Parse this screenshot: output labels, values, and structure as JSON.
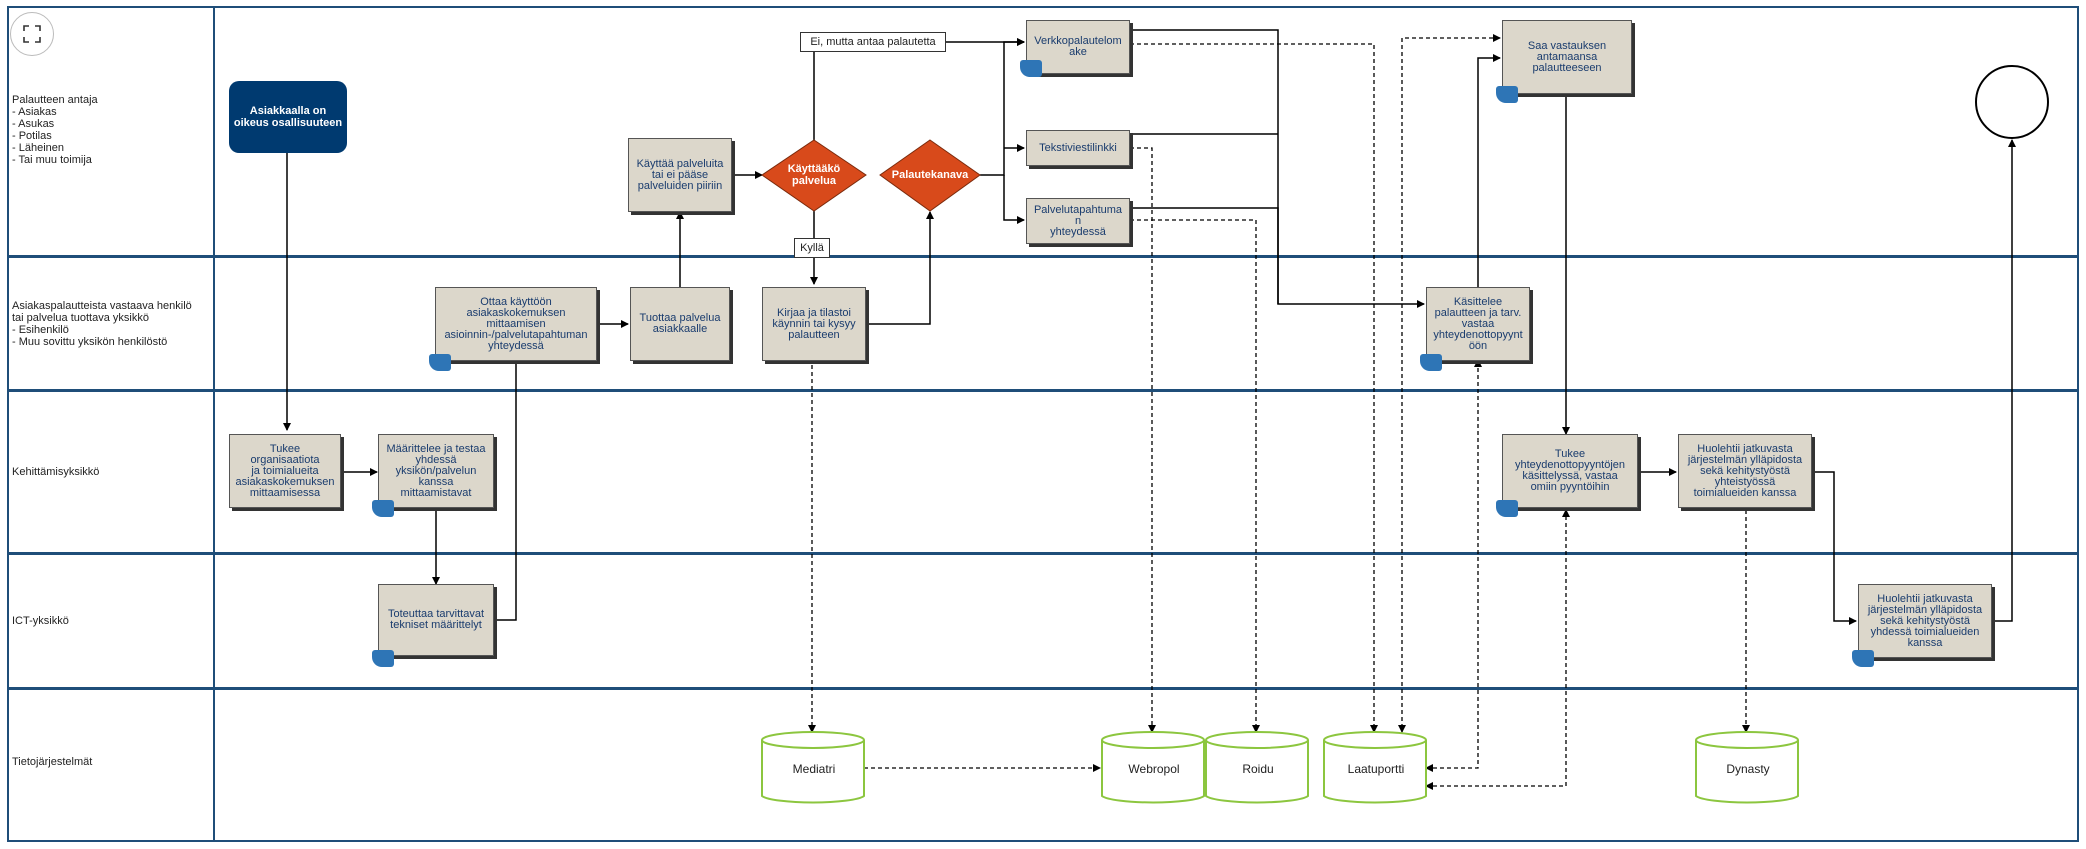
{
  "lanes": [
    {
      "label": "Palautteen antaja\n- Asiakas\n- Asukas\n- Potilas\n- Läheinen\n- Tai muu toimija"
    },
    {
      "label": "Asiakaspalautteista vastaava henkilö\ntai palvelua tuottava yksikkö\n- Esihenkilö\n- Muu sovittu yksikön henkilöstö"
    },
    {
      "label": "Kehittämisyksikkö"
    },
    {
      "label": "ICT-yksikkö"
    },
    {
      "label": "Tietojärjestelmät"
    }
  ],
  "start_event": "Asiakkaalla on\noikeus osallisuuteen",
  "tasks": {
    "kayttaa": "Käyttää palveluita\ntai ei pääse\npalveluiden piiriin",
    "verkko": "Verkkopalautelom\nake",
    "teksti": "Tekstiviestilinkki",
    "palvelutapahtuma": "Palvelutapahtuma\nn\nyhteydessä",
    "saa_vastauksen": "Saa vastauksen\nantamaansa\npalautteeseen",
    "ottaa_kayttoon": "Ottaa käyttöön\nasiakaskokemuksen\nmittaamisen\nasioinnin-/palvelutapahtuman\nyhteydessä",
    "tuottaa": "Tuottaa palvelua\nasiakkaalle",
    "kirjaa": "Kirjaa ja tilastoi\nkäynnin tai kysyy\npalautteen",
    "kasittelee": "Käsittelee\npalautteen ja tarv.\nvastaa\nyhteydenottopyynt\nöön",
    "tukee_org": "Tukee organisaatiota\nja toimialueita\nasiakaskokemuksen\nmittaamisessa",
    "maarittelee": "Määrittelee ja testaa\nyhdessä\nyksikön/palvelun\nkanssa\nmittaamistavat",
    "tukee_yht": "Tukee\nyhteydenottopyyntöjen\nkäsittelyssä, vastaa\nomiin pyyntöihin",
    "huolehtii_kehitys": "Huolehtii jatkuvasta\njärjestelmän ylläpidosta\nsekä kehitystyöstä\nyhteistyössä\ntoimialueiden kanssa",
    "toteuttaa": "Toteuttaa tarvittavat\ntekniset määrittelyt",
    "huolehtii_ict": "Huolehtii jatkuvasta\njärjestelmän ylläpidosta\nsekä kehitystyöstä\nyhdessä toimialueiden\nkanssa"
  },
  "gateways": {
    "kayttaako": "Käyttääkö\npalvelua",
    "palautekanava": "Palautekanava"
  },
  "flow_labels": {
    "ei": "Ei, mutta antaa palautetta",
    "kylla": "Kyllä"
  },
  "systems": {
    "mediatri": "Mediatri",
    "webropol": "Webropol",
    "roidu": "Roidu",
    "laatuportti": "Laatuportti",
    "dynasty": "Dynasty"
  },
  "colors": {
    "lane_line": "#1f4e79",
    "task_fill": "#dcd7cb",
    "task_text": "#1a3c6e",
    "start_fill": "#003a70",
    "gateway_fill": "#d84a1b",
    "datastore_stroke": "#8cc63f",
    "tag_fill": "#2e75b6"
  },
  "icons": [
    "expand-icon",
    "task-marker-icon"
  ]
}
